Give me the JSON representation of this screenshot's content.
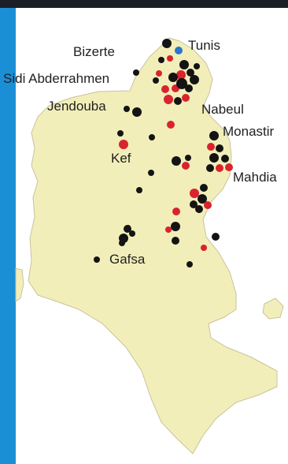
{
  "map": {
    "colors": {
      "land": "#f2eeba",
      "land_outline": "#c9c39a",
      "sea": "#ffffff",
      "left_bar": "#1b8fd6",
      "top_bar": "#1a2026",
      "marker_black": "#141414",
      "marker_red": "#d9232e",
      "marker_blue": "#2a76c8"
    },
    "labels": {
      "bizerte": "Bizerte",
      "tunis": "Tunis",
      "sidi_abderrahmen": "Sidi Abderrahmen",
      "jendouba": "Jendouba",
      "nabeul": "Nabeul",
      "monastir": "Monastir",
      "kef": "Kef",
      "mahdia": "Mahdia",
      "gafsa": "Gafsa"
    }
  }
}
